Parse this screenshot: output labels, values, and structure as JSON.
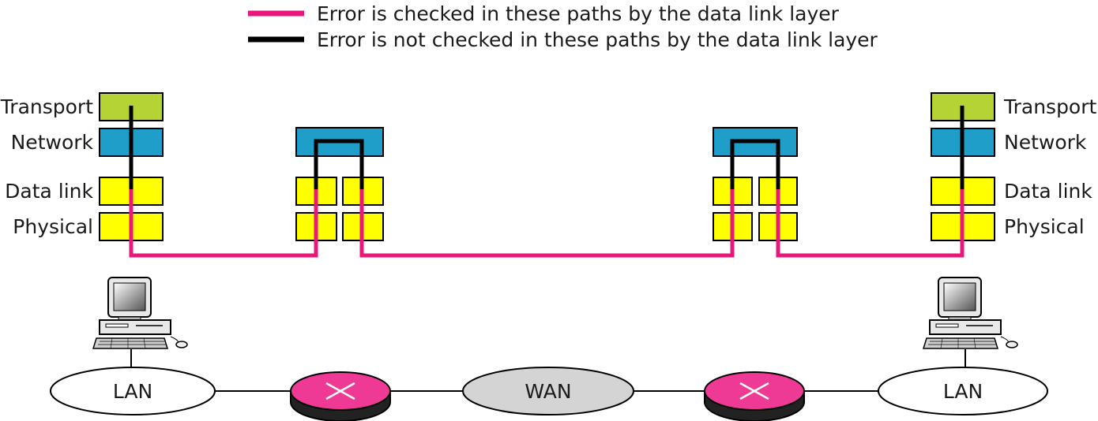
{
  "legend": {
    "checked": "Error is checked in these paths by the data link layer",
    "not_checked": "Error is not checked in these paths by the data link layer"
  },
  "layers": {
    "transport": "Transport",
    "network": "Network",
    "data_link": "Data link",
    "physical": "Physical"
  },
  "network_labels": {
    "lan_left": "LAN",
    "wan": "WAN",
    "lan_right": "LAN"
  },
  "colors": {
    "checked_path": "#e8177c",
    "unchecked_path": "#000000",
    "transport_layer": "#b5d335",
    "network_layer": "#1f9ec9",
    "data_link_layer": "#ffff00",
    "physical_layer": "#ffff00",
    "router": "#ee3a94",
    "wan_cloud": "#d4d4d4"
  },
  "icons": [
    "computer-icon",
    "router-icon"
  ]
}
